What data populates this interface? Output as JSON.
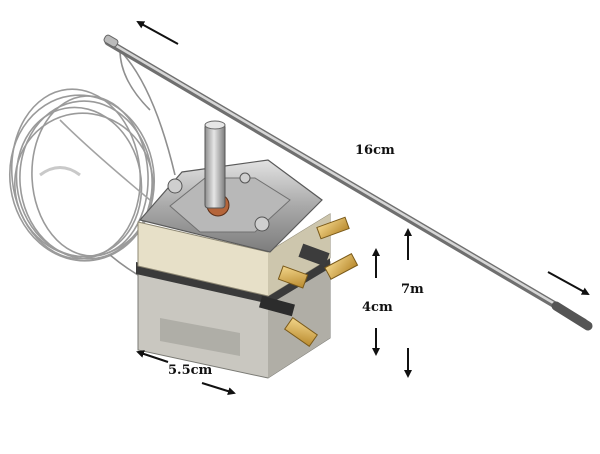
{
  "labels": {
    "probe_length": "16cm",
    "capillary_length": "7m",
    "body_height": "4cm",
    "body_width": "5.5cm"
  }
}
